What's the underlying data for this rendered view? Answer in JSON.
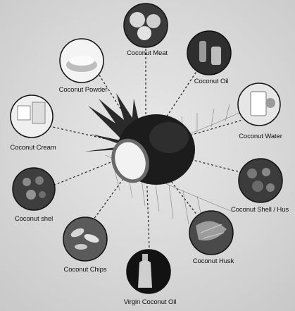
{
  "diagram": {
    "center_name": "coconut",
    "items": [
      {
        "id": "meat",
        "label": "Coconut Meat"
      },
      {
        "id": "oil",
        "label": "Coconut Oil"
      },
      {
        "id": "water",
        "label": "Coconut Water"
      },
      {
        "id": "shell",
        "label": "Coconut Shell / Hus"
      },
      {
        "id": "husk",
        "label": "Coconut Husk"
      },
      {
        "id": "virgin",
        "label": "Virgin Coconut Oil"
      },
      {
        "id": "chips",
        "label": "Coconut Chips"
      },
      {
        "id": "shel",
        "label": "Coconut shel"
      },
      {
        "id": "cream",
        "label": "Coconut Cream"
      },
      {
        "id": "powder",
        "label": "Coconut Powder"
      }
    ]
  },
  "colors": {
    "background": "#d9d9d9",
    "circle_fill": "#3a3a3a",
    "connector": "#222222",
    "coconut_dark": "#1c1c1c",
    "coconut_flesh": "#f2f2f2"
  }
}
